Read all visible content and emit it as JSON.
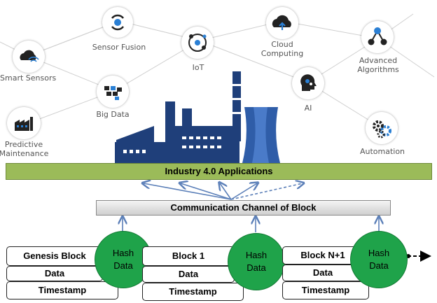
{
  "technologies": {
    "sensor_fusion": "Sensor Fusion",
    "smart_sensors": "Smart Sensors",
    "iot": "IoT",
    "cloud_line1": "Cloud",
    "cloud_line2": "Computing",
    "algo_line1": "Advanced",
    "algo_line2": "Algorithms",
    "big_data": "Big Data",
    "ai": "AI",
    "predictive_line1": "Predictive",
    "predictive_line2": "Maintenance",
    "automation": "Automation"
  },
  "banner": {
    "applications": "Industry 4.0 Applications"
  },
  "channel": {
    "label": "Communication Channel of Block"
  },
  "blocks": [
    {
      "name": "Genesis Block",
      "data": "Data",
      "timestamp": "Timestamp",
      "hash_line1": "Hash",
      "hash_line2": "Data"
    },
    {
      "name": "Block 1",
      "data": "Data",
      "timestamp": "Timestamp",
      "hash_line1": "Hash",
      "hash_line2": "Data"
    },
    {
      "name": "Block N+1",
      "data": "Data",
      "timestamp": "Timestamp",
      "hash_line1": "Hash",
      "hash_line2": "Data"
    }
  ],
  "colors": {
    "banner": "#9bbb59",
    "hash": "#1fa34a",
    "factory": "#1f3f7a",
    "arrow": "#5b7fb8"
  }
}
